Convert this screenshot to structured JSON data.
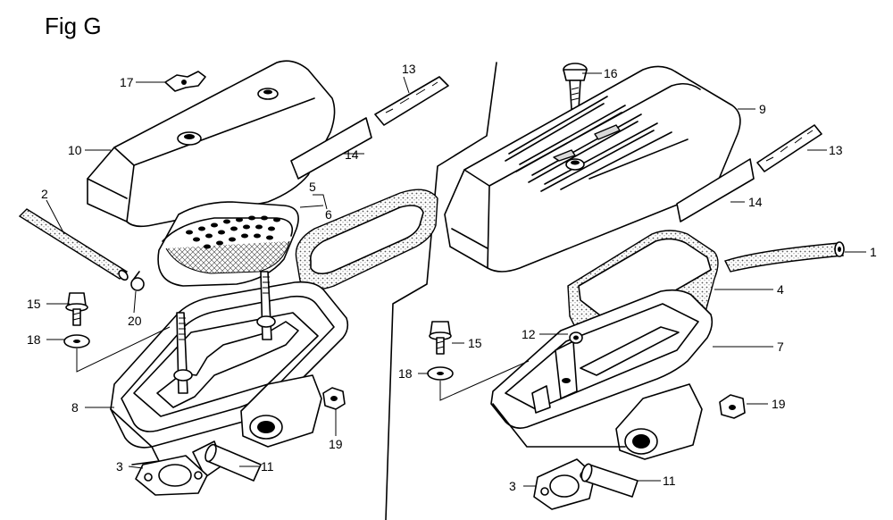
{
  "figure": {
    "title": "Fig G"
  },
  "callouts": {
    "c1": "1",
    "c2": "2",
    "c3a": "3",
    "c3b": "3",
    "c4": "4",
    "c5": "5",
    "c6": "6",
    "c7": "7",
    "c8": "8",
    "c9": "9",
    "c10": "10",
    "c11a": "11",
    "c11b": "11",
    "c12": "12",
    "c13a": "13",
    "c13b": "13",
    "c14a": "14",
    "c14b": "14",
    "c15a": "15",
    "c15b": "15",
    "c16": "16",
    "c17": "17",
    "c18a": "18",
    "c18b": "18",
    "c19a": "19",
    "c19b": "19",
    "c20": "20"
  }
}
